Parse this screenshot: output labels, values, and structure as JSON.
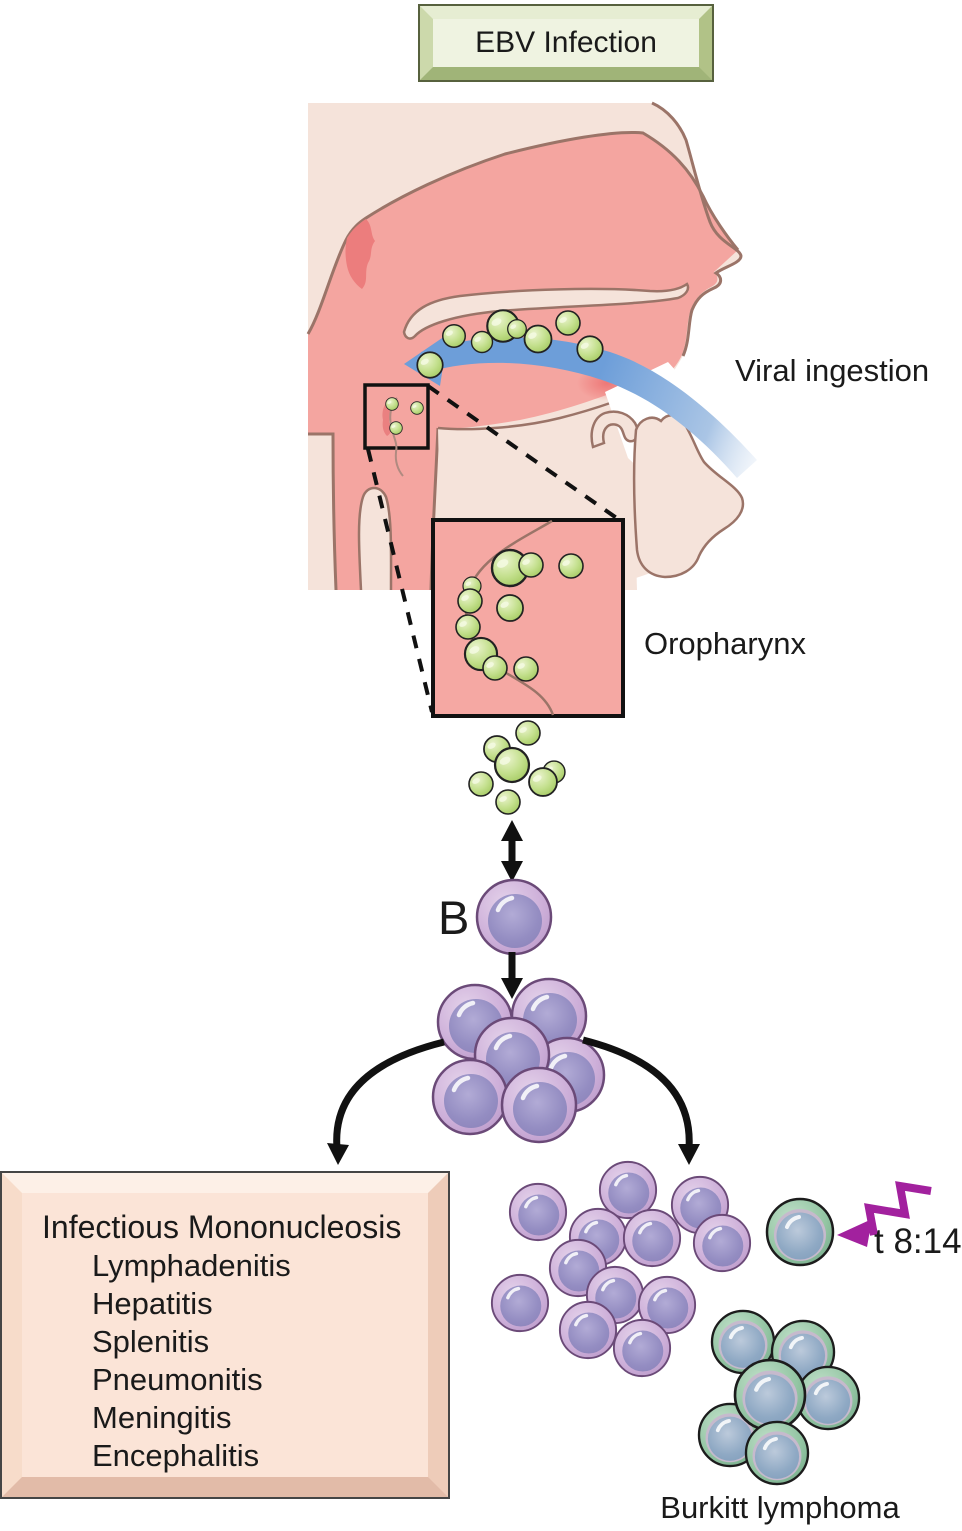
{
  "diagram_title": {
    "label": "EBV Infection"
  },
  "labels": {
    "viral_ingestion": "Viral ingestion",
    "oropharynx": "Oropharynx",
    "b_cell": "B",
    "translocation": "t 8:14",
    "burkitt_lymphoma": "Burkitt lymphoma"
  },
  "mono_box": {
    "title": "Infectious Mononucleosis",
    "items": [
      "Lymphadenitis",
      "Hepatitis",
      "Splenitis",
      "Pneumonitis",
      "Meningitis",
      "Encephalitis"
    ]
  },
  "icons": {
    "viral_ingestion_arrow": "blue-curved-band-arrow-left",
    "transmission_arrow": "black-double-headed-vertical-arrow",
    "infection_arrow": "black-down-arrow",
    "branch_left_arrow": "black-curved-arrow-down-left",
    "branch_right_arrow": "black-curved-arrow-down-right",
    "translocation_arrow": "magenta-zigzag-arrow",
    "virus_particle": "green-sphere",
    "b_lymphocyte": "purple-cell",
    "burkitt_cell": "teal-cell"
  },
  "palette": {
    "virus_green": "#b5d87c",
    "cell_purple_ring": "#c9abd5",
    "cell_purple_inner": "#948dc2",
    "cell_teal_ring": "#8fc2a0",
    "cell_teal_inner": "#8aa6c0",
    "tissue_pink": "#f4a5a0",
    "skin_beige": "#f5e3da",
    "patch_red": "#ec7d7d",
    "outline_brown": "#9b7468",
    "arrow_blue": "#6d9ed9",
    "zigzag_magenta": "#a2219e",
    "title_box_green": "#eff3e1",
    "mono_box_pink": "#fbe4d7"
  }
}
